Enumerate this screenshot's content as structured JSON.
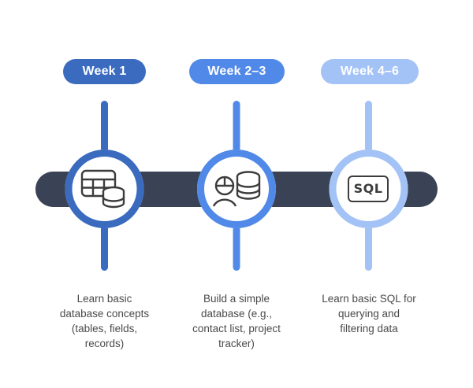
{
  "diagram": {
    "type": "timeline-roadmap",
    "background_color": "#ffffff",
    "connector_bar_color": "#3a4355",
    "step_count": 3,
    "steps": [
      {
        "pill_label": "Week 1",
        "pill_color": "#3a6bbf",
        "ring_color": "#3a6bbf",
        "stem_color": "#3a6bbf",
        "icon": "table-database-icon",
        "caption": "Learn basic\ndatabase concepts\n(tables, fields,\nrecords)"
      },
      {
        "pill_label": "Week 2–3",
        "pill_color": "#5189e8",
        "ring_color": "#5189e8",
        "stem_color": "#5189e8",
        "icon": "person-database-icon",
        "caption": "Build a simple\ndatabase (e.g.,\ncontact list, project\ntracker)"
      },
      {
        "pill_label": "Week 4–6",
        "pill_color": "#a3c2f5",
        "ring_color": "#a3c2f5",
        "stem_color": "#a3c2f5",
        "icon": "sql-box-icon",
        "caption": "Learn basic SQL for\nquerying and\nfiltering data"
      }
    ],
    "sql_icon_text": "SQL"
  }
}
